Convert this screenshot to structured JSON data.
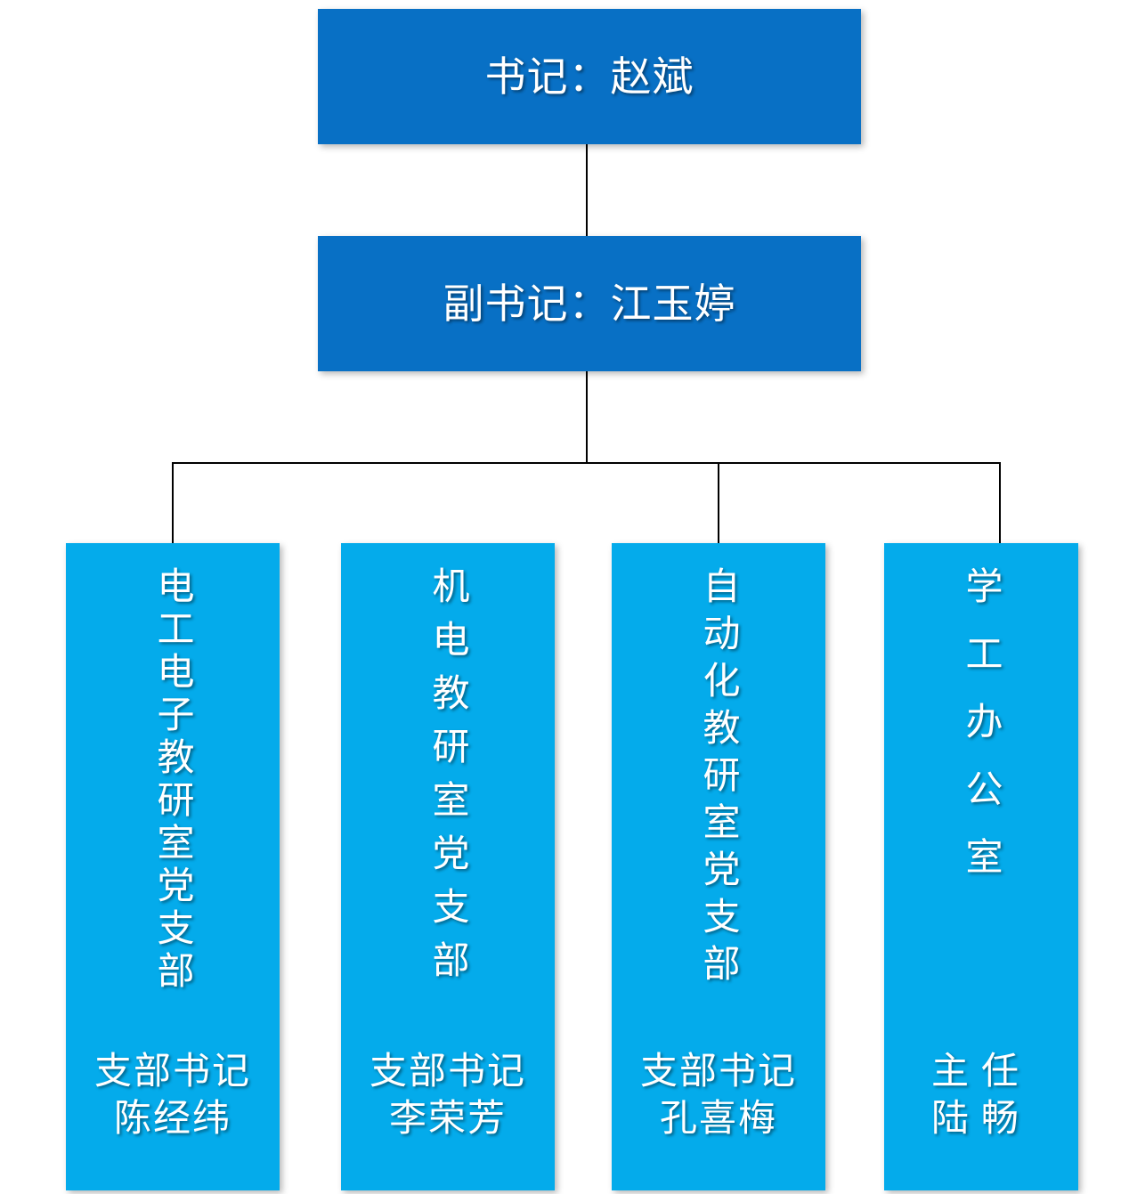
{
  "chart": {
    "type": "org-chart",
    "title": "",
    "background_color": "#ffffff",
    "line_color": "#000000",
    "levels": [
      {
        "level": 1,
        "nodes": [
          {
            "id": "secretary",
            "label": "书记：赵斌",
            "role": "书记",
            "person": "赵斌",
            "fill_color": "#0870C5",
            "text_color": "#ffffff"
          }
        ]
      },
      {
        "level": 2,
        "nodes": [
          {
            "id": "deputy-secretary",
            "label": "副书记：江玉婷",
            "role": "副书记",
            "person": "江玉婷",
            "fill_color": "#0870C5",
            "text_color": "#ffffff"
          }
        ]
      },
      {
        "level": 3,
        "nodes": [
          {
            "id": "branch-electrical",
            "vertical_label": "电工电子教研室党支部",
            "role": "支部书记",
            "person": "陈经纬",
            "fill_color": "#04ABEB",
            "text_color": "#ffffff"
          },
          {
            "id": "branch-mechatronics",
            "vertical_label": "机电教研室党支部",
            "role": "支部书记",
            "person": "李荣芳",
            "fill_color": "#04ABEB",
            "text_color": "#ffffff"
          },
          {
            "id": "branch-automation",
            "vertical_label": "自动化教研室党支部",
            "role": "支部书记",
            "person": "孔喜梅",
            "fill_color": "#04ABEB",
            "text_color": "#ffffff"
          },
          {
            "id": "student-affairs-office",
            "vertical_label": "学工办公室",
            "role": "主任",
            "person": "陆畅",
            "fill_color": "#04ABEB",
            "text_color": "#ffffff"
          }
        ]
      }
    ]
  }
}
